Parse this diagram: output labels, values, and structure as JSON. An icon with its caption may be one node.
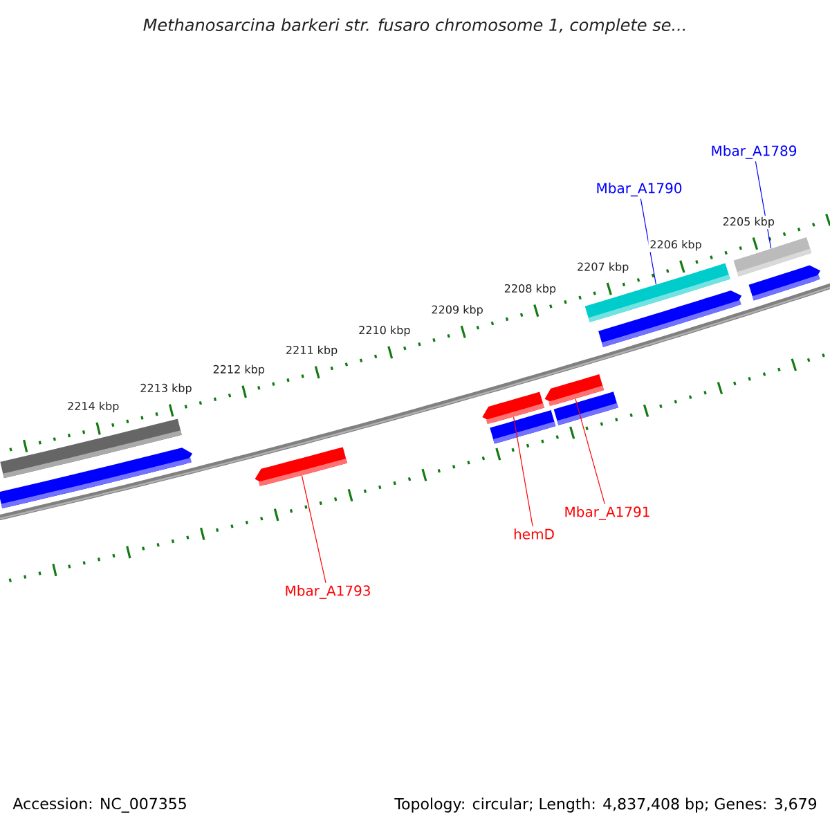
{
  "diagram": {
    "title": "Methanosarcina barkeri str. fusaro chromosome 1, complete se...",
    "nodes": [
      {
        "text": [
          "Mbar_A1789"
        ]
      },
      {
        "text": [
          "Mbar_A1790"
        ]
      },
      {
        "text": [],
        "shape": "bar"
      },
      {
        "text": [],
        "shape": "bar"
      },
      {
        "text": [],
        "shape": "bar"
      },
      {
        "text": [],
        "shape": "bar"
      },
      {
        "text": [],
        "shape": "bar"
      },
      {
        "text": [],
        "shape": "bar"
      },
      {
        "text": [],
        "shape": "bar"
      },
      {
        "text": [],
        "shape": "bar"
      },
      {
        "text": [],
        "shape": "bar"
      },
      {
        "text": [],
        "shape": "bar"
      },
      {
        "text": [],
        "shape": "bar"
      },
      {
        "text": [
          "hemD"
        ]
      },
      {
        "text": [
          "Mbar_A1791"
        ]
      },
      {
        "text": [
          "Mbar_A1793"
        ]
      }
    ],
    "edges": [
      {
        "from": 0,
        "to": 11,
        "arrow": "none",
        "color": "#0000ff"
      },
      {
        "from": 1,
        "to": 9,
        "arrow": "none",
        "color": "#0000ff"
      },
      {
        "from": 13,
        "to": 5,
        "arrow": "none"
      },
      {
        "from": 14,
        "to": 6,
        "arrow": "none"
      },
      {
        "from": 15,
        "to": 4,
        "arrow": "none"
      }
    ],
    "labels": [
      "2205 kbp",
      "2206 kbp",
      "2207 kbp",
      "2208 kbp",
      "2209 kbp",
      "2210 kbp",
      "2211 kbp",
      "2212 kbp",
      "2213 kbp",
      "2214 kbp",
      "Accession: NC_007355",
      "Topology: circular; Length: 4,837,408 bp; Genes: 3,679"
    ]
  }
}
